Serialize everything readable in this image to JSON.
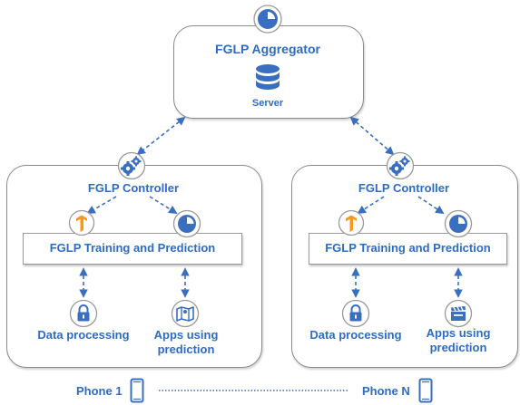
{
  "aggregator": {
    "title": "FGLP Aggregator",
    "server_label": "Server"
  },
  "phones": [
    {
      "controller_title": "FGLP Controller",
      "training_title": "FGLP Training and Prediction",
      "data_processing_label": "Data processing",
      "apps_label_line1": "Apps using",
      "apps_label_line2": "prediction",
      "phone_label": "Phone 1"
    },
    {
      "controller_title": "FGLP Controller",
      "training_title": "FGLP Training and Prediction",
      "data_processing_label": "Data processing",
      "apps_label_line1": "Apps using",
      "apps_label_line2": "prediction",
      "phone_label": "Phone N"
    }
  ],
  "colors": {
    "accent": "#2e6cc4",
    "icon_fill": "#3a6fc0",
    "tensorflow": "#f39a1e",
    "border": "#8a8a8a"
  },
  "icons": [
    "pie-chart-icon",
    "database-icon",
    "gears-icon",
    "tensorflow-icon",
    "lock-icon",
    "map-icon",
    "clapperboard-icon",
    "smartphone-icon"
  ]
}
